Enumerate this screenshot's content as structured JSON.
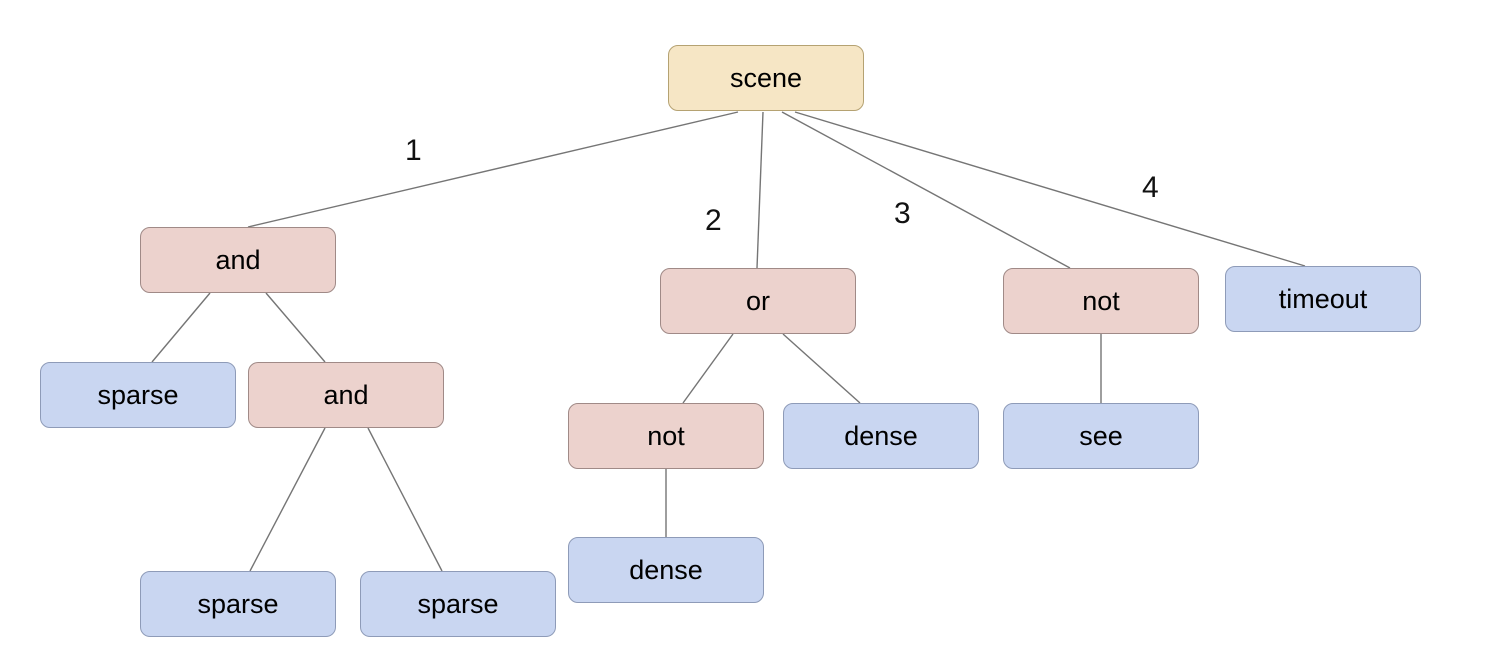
{
  "diagram": {
    "type": "tree",
    "background": "#ffffff",
    "edge_color": "#757575",
    "node_styles": {
      "root": {
        "fill": "#f6e6c5",
        "border": "#b5a272"
      },
      "operator": {
        "fill": "#ecd2cd",
        "border": "#a08a87"
      },
      "leaf": {
        "fill": "#c9d6f1",
        "border": "#8e9bb8"
      }
    },
    "nodes": {
      "scene": {
        "label": "scene",
        "kind": "root"
      },
      "and1": {
        "label": "and",
        "kind": "operator"
      },
      "or1": {
        "label": "or",
        "kind": "operator"
      },
      "not1": {
        "label": "not",
        "kind": "operator"
      },
      "timeout": {
        "label": "timeout",
        "kind": "leaf"
      },
      "sparse1": {
        "label": "sparse",
        "kind": "leaf"
      },
      "and2": {
        "label": "and",
        "kind": "operator"
      },
      "not2": {
        "label": "not",
        "kind": "operator"
      },
      "dense1": {
        "label": "dense",
        "kind": "leaf"
      },
      "see": {
        "label": "see",
        "kind": "leaf"
      },
      "dense2": {
        "label": "dense",
        "kind": "leaf"
      },
      "sparse2": {
        "label": "sparse",
        "kind": "leaf"
      },
      "sparse3": {
        "label": "sparse",
        "kind": "leaf"
      }
    },
    "edges": [
      {
        "from": "scene",
        "to": "and1",
        "label": "1"
      },
      {
        "from": "scene",
        "to": "or1",
        "label": "2"
      },
      {
        "from": "scene",
        "to": "not1",
        "label": "3"
      },
      {
        "from": "scene",
        "to": "timeout",
        "label": "4"
      },
      {
        "from": "and1",
        "to": "sparse1",
        "label": ""
      },
      {
        "from": "and1",
        "to": "and2",
        "label": ""
      },
      {
        "from": "and2",
        "to": "sparse2",
        "label": ""
      },
      {
        "from": "and2",
        "to": "sparse3",
        "label": ""
      },
      {
        "from": "or1",
        "to": "not2",
        "label": ""
      },
      {
        "from": "or1",
        "to": "dense1",
        "label": ""
      },
      {
        "from": "not2",
        "to": "dense2",
        "label": ""
      },
      {
        "from": "not1",
        "to": "see",
        "label": ""
      }
    ]
  }
}
